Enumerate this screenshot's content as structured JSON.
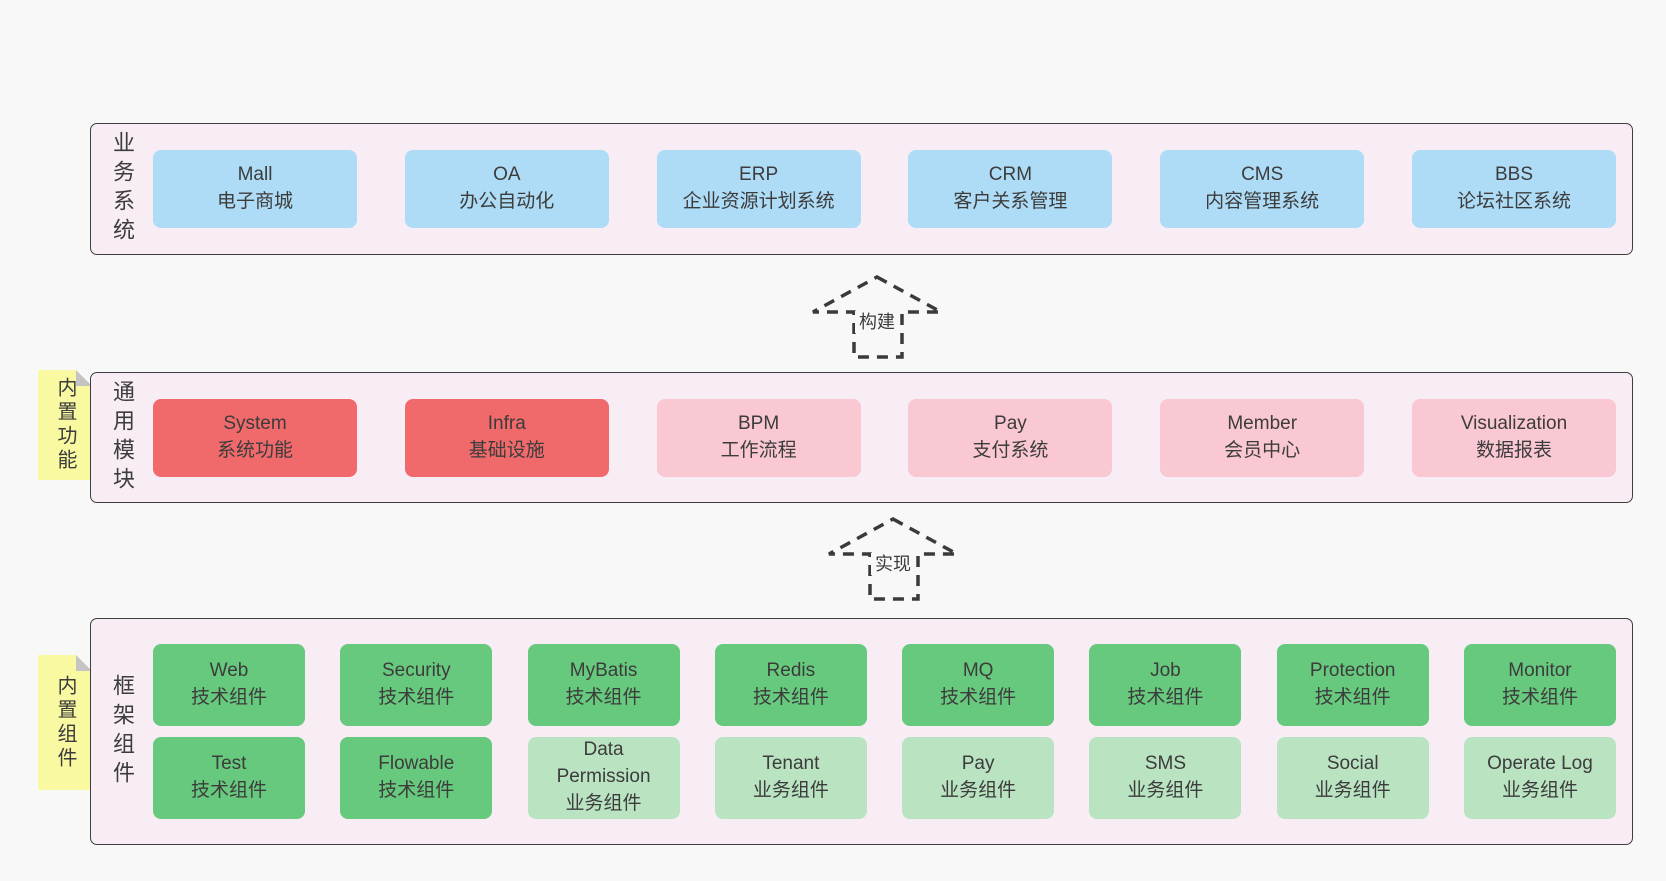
{
  "colors": {
    "page_bg": "#f8f8f8",
    "panel_bg": "#f8edf5",
    "panel_border": "#3f3f3f",
    "card_blue": "#aedcf6",
    "card_red": "#f0696b",
    "card_pink": "#f9c8d2",
    "card_green": "#67c97d",
    "card_green_light": "#b9e3c1",
    "sticky_bg": "#f9f9a2",
    "sticky_fold": "#c4c4c4",
    "text": "#3c3c3c"
  },
  "panels": {
    "business": {
      "side_label": "业务系统",
      "items": [
        {
          "title": "Mall",
          "subtitle": "电子商城",
          "variant": "blue"
        },
        {
          "title": "OA",
          "subtitle": "办公自动化",
          "variant": "blue"
        },
        {
          "title": "ERP",
          "subtitle": "企业资源计划系统",
          "variant": "blue"
        },
        {
          "title": "CRM",
          "subtitle": "客户关系管理",
          "variant": "blue"
        },
        {
          "title": "CMS",
          "subtitle": "内容管理系统",
          "variant": "blue"
        },
        {
          "title": "BBS",
          "subtitle": "论坛社区系统",
          "variant": "blue"
        }
      ]
    },
    "modules": {
      "side_label": "通用模块",
      "sticky_note": "内置功能",
      "items": [
        {
          "title": "System",
          "subtitle": "系统功能",
          "variant": "red"
        },
        {
          "title": "Infra",
          "subtitle": "基础设施",
          "variant": "red"
        },
        {
          "title": "BPM",
          "subtitle": "工作流程",
          "variant": "pink"
        },
        {
          "title": "Pay",
          "subtitle": "支付系统",
          "variant": "pink"
        },
        {
          "title": "Member",
          "subtitle": "会员中心",
          "variant": "pink"
        },
        {
          "title": "Visualization",
          "subtitle": "数据报表",
          "variant": "pink"
        }
      ]
    },
    "components": {
      "side_label": "框架组件",
      "sticky_note": "内置组件",
      "rows": [
        [
          {
            "title": "Web",
            "subtitle": "技术组件",
            "variant": "green"
          },
          {
            "title": "Security",
            "subtitle": "技术组件",
            "variant": "green"
          },
          {
            "title": "MyBatis",
            "subtitle": "技术组件",
            "variant": "green"
          },
          {
            "title": "Redis",
            "subtitle": "技术组件",
            "variant": "green"
          },
          {
            "title": "MQ",
            "subtitle": "技术组件",
            "variant": "green"
          },
          {
            "title": "Job",
            "subtitle": "技术组件",
            "variant": "green"
          },
          {
            "title": "Protection",
            "subtitle": "技术组件",
            "variant": "green"
          },
          {
            "title": "Monitor",
            "subtitle": "技术组件",
            "variant": "green"
          }
        ],
        [
          {
            "title": "Test",
            "subtitle": "技术组件",
            "variant": "green"
          },
          {
            "title": "Flowable",
            "subtitle": "技术组件",
            "variant": "green"
          },
          {
            "title": "Data Permission",
            "subtitle": "业务组件",
            "variant": "green-light"
          },
          {
            "title": "Tenant",
            "subtitle": "业务组件",
            "variant": "green-light"
          },
          {
            "title": "Pay",
            "subtitle": "业务组件",
            "variant": "green-light"
          },
          {
            "title": "SMS",
            "subtitle": "业务组件",
            "variant": "green-light"
          },
          {
            "title": "Social",
            "subtitle": "业务组件",
            "variant": "green-light"
          },
          {
            "title": "Operate Log",
            "subtitle": "业务组件",
            "variant": "green-light"
          }
        ]
      ]
    }
  },
  "arrows": {
    "build": {
      "label": "构建"
    },
    "implement": {
      "label": "实现"
    }
  }
}
